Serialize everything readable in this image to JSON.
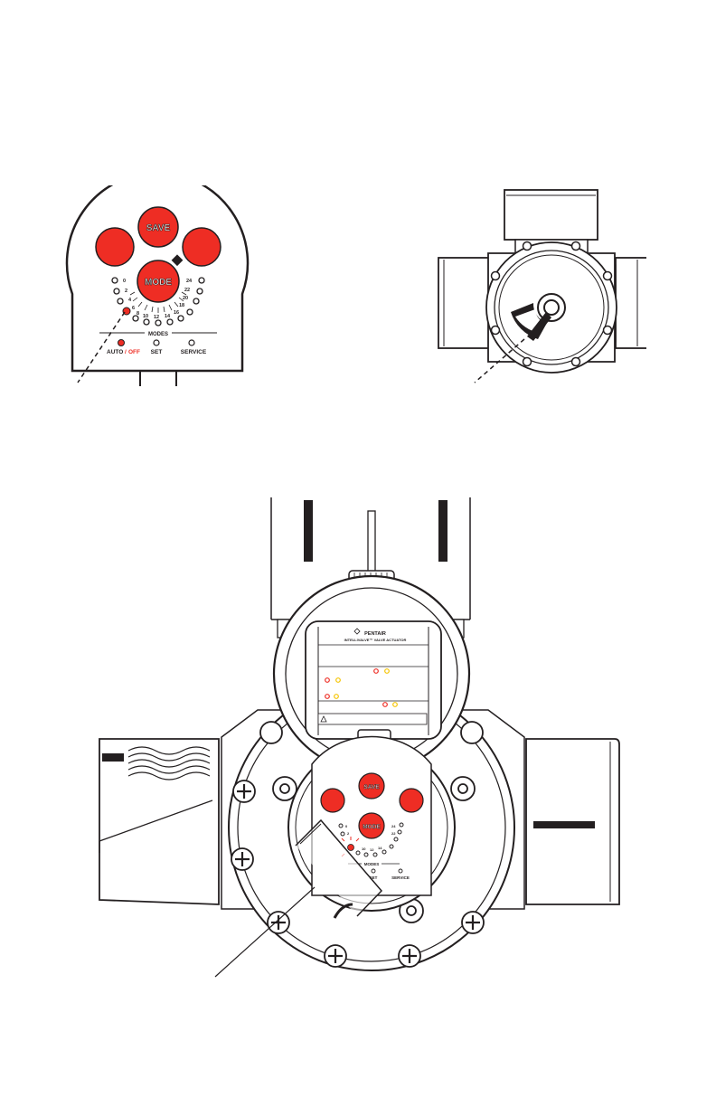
{
  "controls": {
    "save": "SAVE",
    "mode": "MODE",
    "modes_heading": "MODES",
    "auto": "AUTO",
    "slash": "/",
    "off": "OFF",
    "set": "SET",
    "service": "SERVICE"
  },
  "dial": {
    "left_labels": [
      "0",
      "2",
      "4",
      "6",
      "8",
      "10"
    ],
    "right_labels": [
      "24",
      "22",
      "20",
      "18",
      "16",
      "14",
      "12"
    ],
    "bottom_labels": [
      "10",
      "12",
      "14"
    ]
  },
  "label_plate": {
    "brand": "PENTAIR",
    "product": "INTELLIVALVE™ VALVE ACTUATOR"
  },
  "colors": {
    "button_red": "#ee2d24",
    "line": "#231f20",
    "led_yellow": "#f5c400",
    "off_text": "#ee2d24"
  }
}
